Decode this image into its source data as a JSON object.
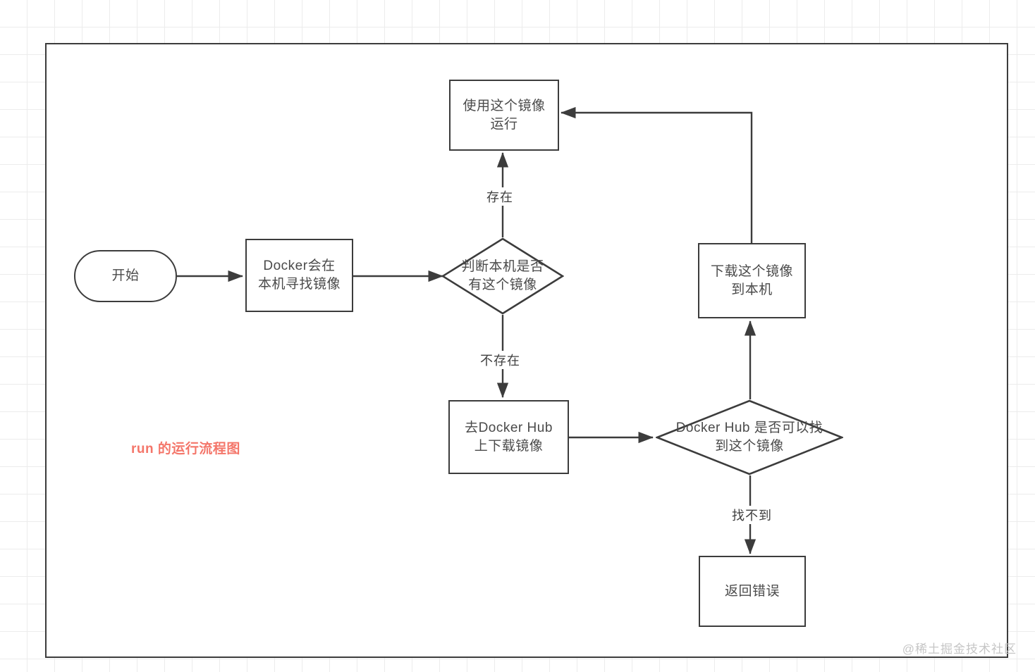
{
  "diagram": {
    "title_caption": "run 的运行流程图",
    "watermark": "@稀土掘金技术社区",
    "colors": {
      "stroke": "#3c3c3c",
      "node_text": "#4a4a4a",
      "caption": "#f4766a",
      "grid": "#ececec",
      "watermark": "#c6c6c6",
      "background": "#ffffff"
    },
    "nodes": {
      "start": {
        "label": "开始",
        "shape": "stadium"
      },
      "search_local": {
        "label": "Docker会在\n本机寻找镜像",
        "shape": "rect"
      },
      "decide_local": {
        "label": "判断本机是否\n有这个镜像",
        "shape": "diamond"
      },
      "run_image": {
        "label": "使用这个镜像\n运行",
        "shape": "rect"
      },
      "go_dockerhub": {
        "label": "去Docker Hub\n上下载镜像",
        "shape": "rect"
      },
      "decide_hub": {
        "label": "Docker Hub 是否可以找\n到这个镜像",
        "shape": "diamond"
      },
      "download_local": {
        "label": "下载这个镜像\n到本机",
        "shape": "rect"
      },
      "return_error": {
        "label": "返回错误",
        "shape": "rect"
      }
    },
    "edge_labels": {
      "exists": "存在",
      "not_exists": "不存在",
      "not_found": "找不到"
    }
  }
}
